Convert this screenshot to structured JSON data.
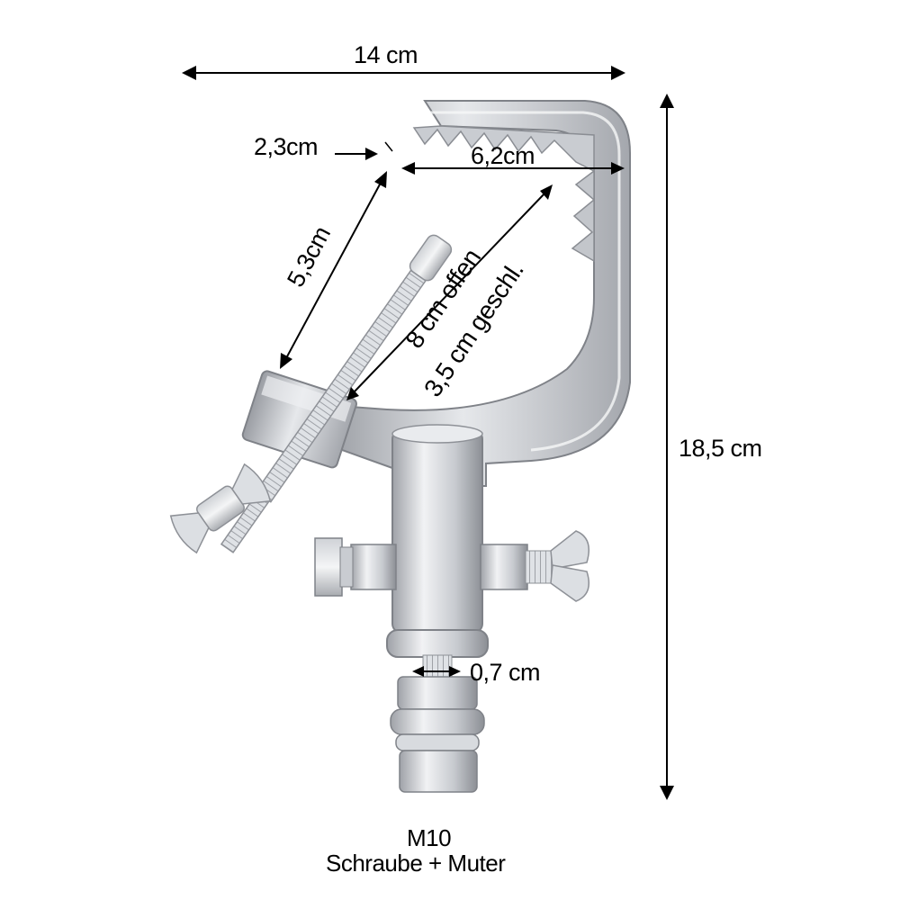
{
  "dimensions": {
    "width": "14 cm",
    "height": "18,5 cm",
    "jaw_tip": "2,3cm",
    "inner_width": "6,2cm",
    "arm_length": "5,3cm",
    "opening_open": "8 cm offen",
    "opening_closed": "3,5 cm geschl.",
    "bolt_diameter": "0,7 cm"
  },
  "bolt_caption": {
    "line1": "M10",
    "line2": "Schraube + Muter"
  },
  "colors": {
    "metal_light": "#e3e5e8",
    "metal_mid": "#b9bcc1",
    "metal_dark": "#8d9096",
    "line": "#000000",
    "background": "#ffffff"
  }
}
